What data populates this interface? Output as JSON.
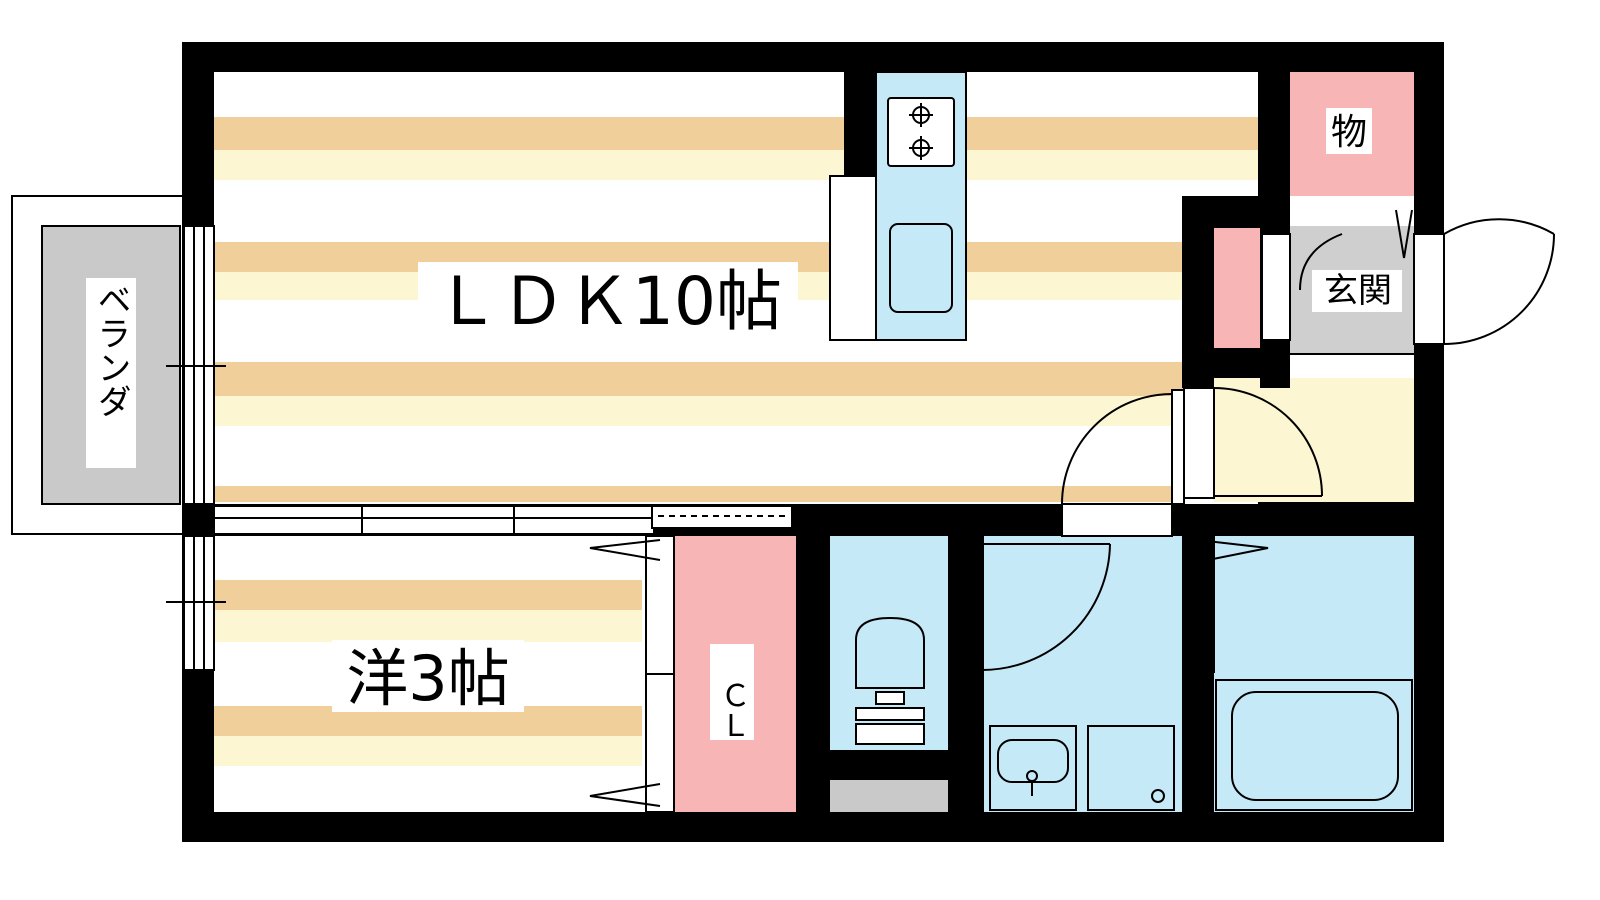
{
  "colors": {
    "wall": "#000000",
    "floor_stripe": "#f0cf9a",
    "floor_light": "#fcf6d2",
    "floor_base": "#ffffff",
    "wet_area": "#c6e9f8",
    "closet": "#f7b5b6",
    "balcony": "#c9c9c9",
    "hall": "#fcf6d2",
    "genkan_floor": "#cfcfcf"
  },
  "rooms": {
    "ldk": {
      "label": "ＬＤＫ10帖"
    },
    "western": {
      "label": "洋3帖"
    },
    "closet": {
      "label": "ＣＬ"
    },
    "storage": {
      "label": "物"
    },
    "entrance": {
      "label": "玄関"
    },
    "balcony": {
      "label": "ベランダ"
    }
  },
  "fixtures": [
    {
      "name": "gas-stove-icon"
    },
    {
      "name": "kitchen-sink-icon"
    },
    {
      "name": "toilet-icon"
    },
    {
      "name": "washbasin-icon"
    },
    {
      "name": "washing-machine-icon"
    },
    {
      "name": "bathtub-icon"
    }
  ]
}
